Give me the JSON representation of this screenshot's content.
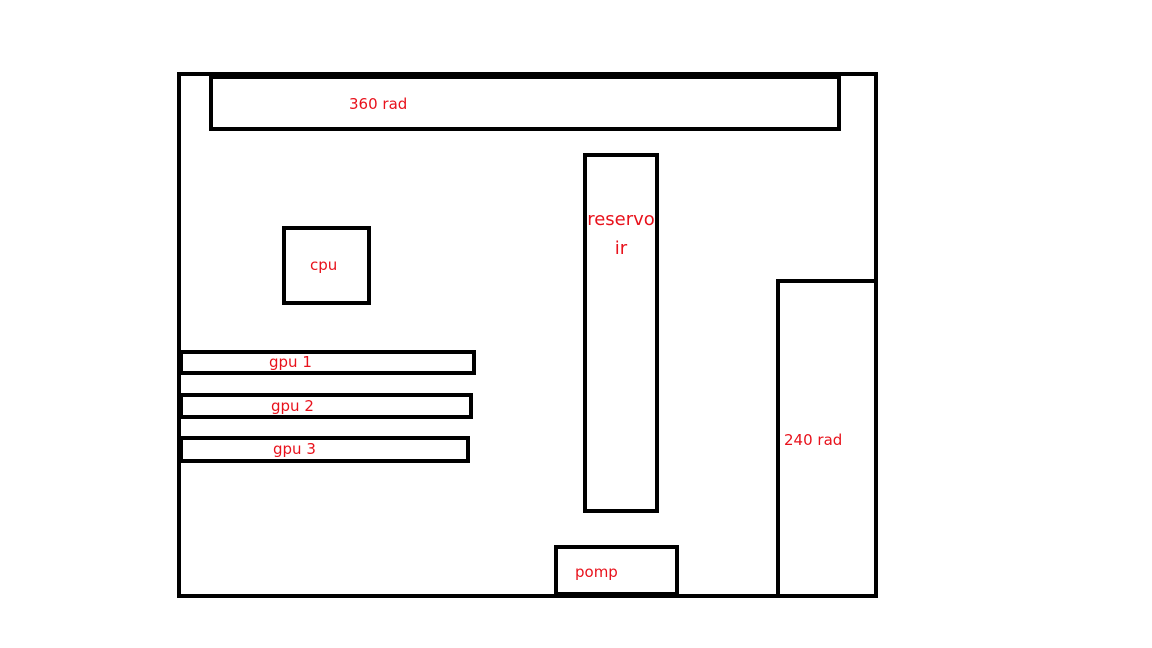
{
  "diagram": {
    "radiator_top": {
      "label": "360 rad"
    },
    "cpu": {
      "label": "cpu"
    },
    "gpus": [
      {
        "label": "gpu 1"
      },
      {
        "label": "gpu 2"
      },
      {
        "label": "gpu 3"
      }
    ],
    "reservoir": {
      "label": "reservoir"
    },
    "pump": {
      "label": "pomp"
    },
    "radiator_side": {
      "label": "240 rad"
    }
  },
  "colors": {
    "label": "#e8121c",
    "outline": "#000000",
    "background": "#ffffff"
  }
}
